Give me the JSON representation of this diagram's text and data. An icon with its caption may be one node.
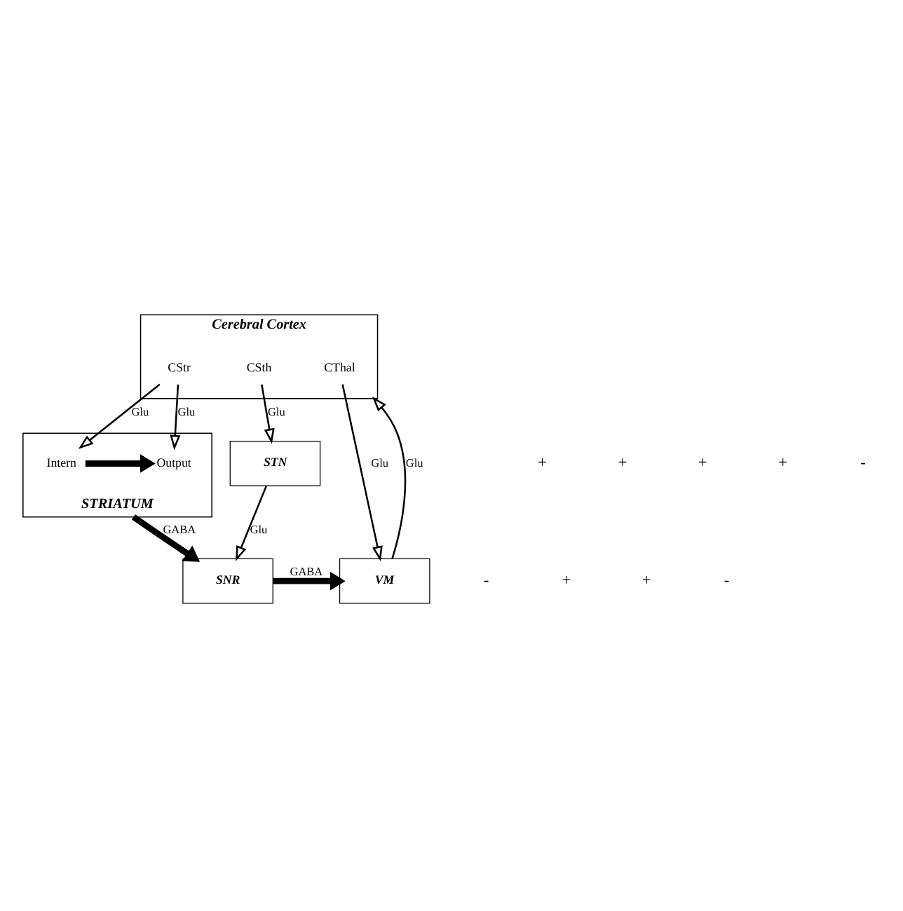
{
  "diagram": {
    "nodes": [
      {
        "text": [
          "Cerebral Cortex"
        ]
      },
      {
        "text": [
          "CStr"
        ],
        "in": 0
      },
      {
        "text": [
          "CSth"
        ],
        "in": 0
      },
      {
        "text": [
          "CThal"
        ],
        "in": 0
      },
      {
        "text": [
          "STRIATUM"
        ]
      },
      {
        "text": [
          "Intern"
        ],
        "in": 4
      },
      {
        "text": [
          "Output"
        ],
        "in": 4
      },
      {
        "text": [
          "STN"
        ]
      },
      {
        "text": [
          "SNR"
        ]
      },
      {
        "text": [
          "VM"
        ]
      }
    ],
    "edges": [
      {
        "from": 1,
        "to": 5,
        "arrow": "to",
        "label": "Glu"
      },
      {
        "from": 1,
        "to": 6,
        "arrow": "to",
        "label": "Glu"
      },
      {
        "from": 2,
        "to": 7,
        "arrow": "to",
        "label": "Glu"
      },
      {
        "from": 3,
        "to": 9,
        "arrow": "to",
        "label": "Glu"
      },
      {
        "from": 9,
        "to": 0,
        "arrow": "to",
        "label": "Glu"
      },
      {
        "from": 5,
        "to": 6,
        "arrow": "to",
        "style": "thick",
        "color": "#000000"
      },
      {
        "from": 4,
        "to": 8,
        "arrow": "to",
        "label": "GABA",
        "style": "thick",
        "color": "#000000"
      },
      {
        "from": 7,
        "to": 8,
        "arrow": "to",
        "label": "Glu"
      },
      {
        "from": 8,
        "to": 9,
        "arrow": "to",
        "label": "GABA",
        "style": "thick",
        "color": "#000000"
      }
    ],
    "labels": [
      "+",
      "+",
      "+",
      "+",
      "-",
      "-",
      "+",
      "+",
      "-"
    ]
  }
}
